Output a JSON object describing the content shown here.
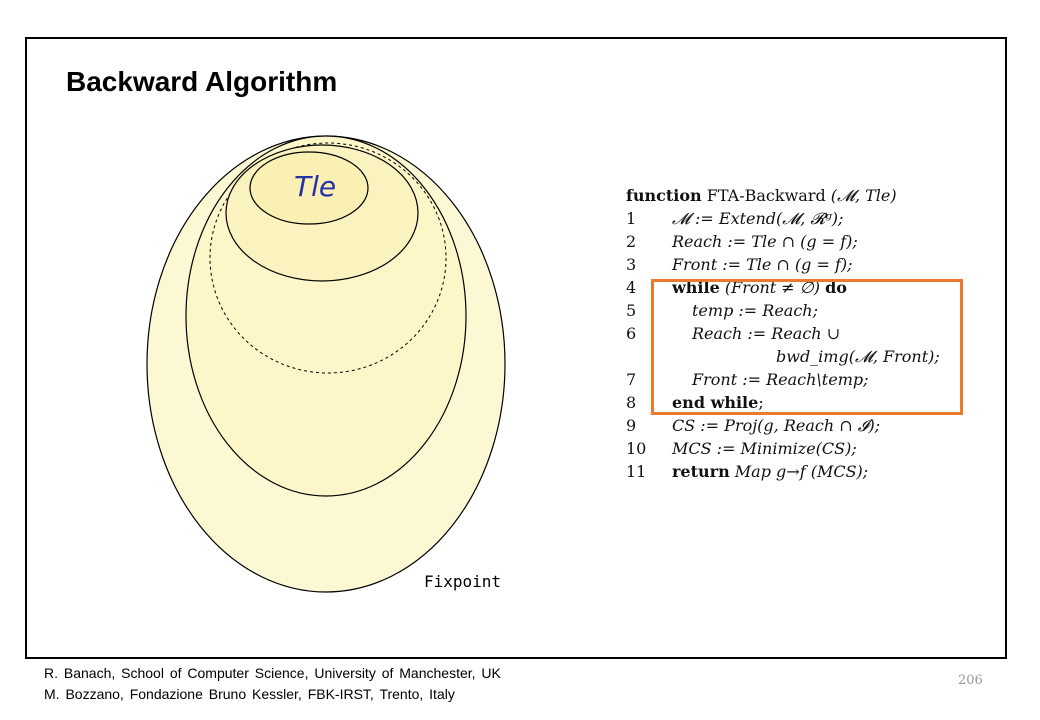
{
  "slide": {
    "title": "Backward Algorithm",
    "page_number": "206"
  },
  "diagram": {
    "inner_label": "Tle",
    "outer_label": "Fixpoint",
    "fill_color": "#fcf8d4"
  },
  "algorithm": {
    "header": {
      "keyword": "function",
      "name": "FTA-Backward",
      "args": "(𝓜, Tle)"
    },
    "lines": [
      {
        "num": "1",
        "text": "𝓜 := Extend(𝓜, 𝓡ᵍ);"
      },
      {
        "num": "2",
        "text": "Reach := Tle ∩ (g = f);"
      },
      {
        "num": "3",
        "text": "Front := Tle ∩ (g = f);"
      },
      {
        "num": "4",
        "keyword": "while",
        "text": "(Front ≠ ∅)",
        "keyword2": "do"
      },
      {
        "num": "5",
        "text": "temp := Reach;"
      },
      {
        "num": "6",
        "text": "Reach := Reach ∪"
      },
      {
        "num": "",
        "text": "bwd_img(𝓜, Front);"
      },
      {
        "num": "7",
        "text": "Front := Reach\\temp;"
      },
      {
        "num": "8",
        "keyword": "end while",
        "text": ";"
      },
      {
        "num": "9",
        "text": "CS := Proj(g, Reach ∩ 𝓘);"
      },
      {
        "num": "10",
        "text": "MCS := Minimize(CS);"
      },
      {
        "num": "11",
        "keyword": "return",
        "text": "Map g→f (MCS);"
      }
    ],
    "highlight_color": "#ec7a2c"
  },
  "footer": {
    "line1": "R. Banach, School of Computer Science, University of Manchester, UK",
    "line2": "M. Bozzano, Fondazione Bruno Kessler, FBK-IRST, Trento, Italy"
  }
}
